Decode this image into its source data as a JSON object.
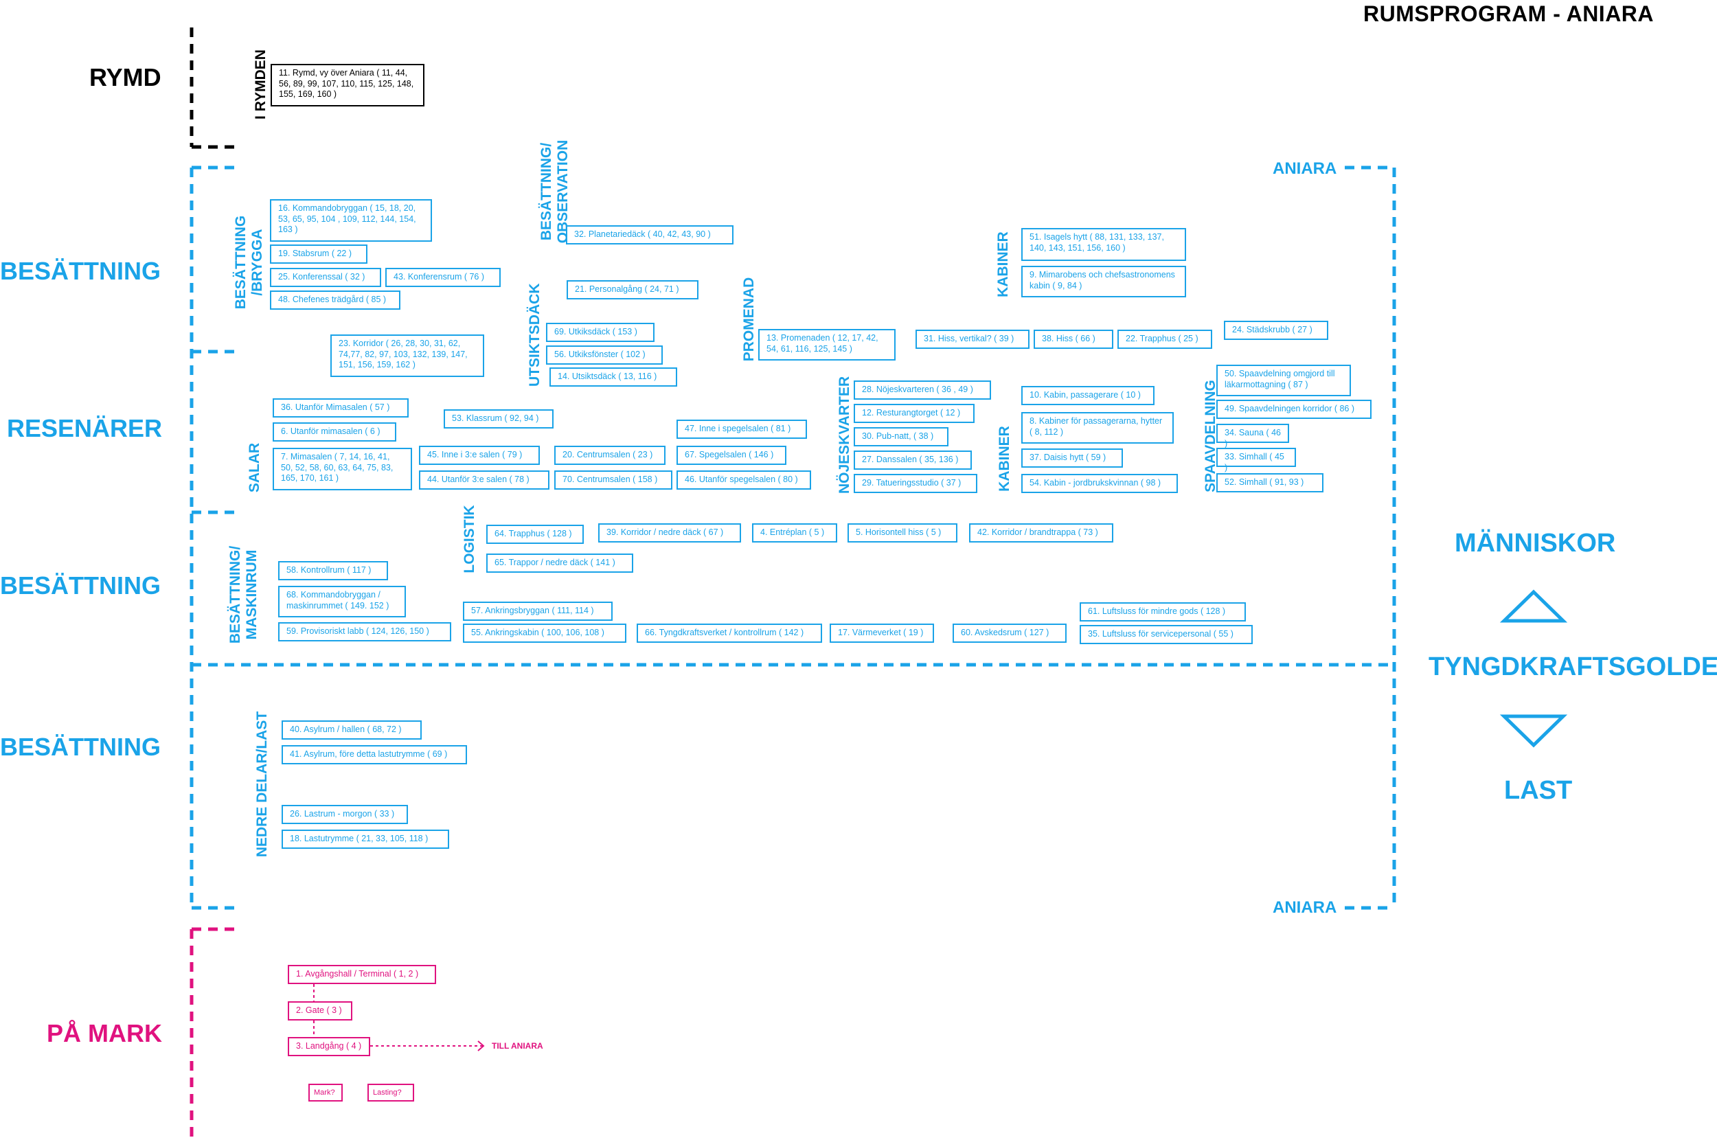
{
  "colors": {
    "space": "#000000",
    "ship": "#1aa3e8",
    "ground": "#e0127f"
  },
  "title": "RUMSPROGRAM - ANIARA",
  "levels": {
    "rymd": "RYMD",
    "besattning_upper": "BESÄTTNING",
    "resenarer": "RESENÄRER",
    "besattning_middle": "BESÄTTNING",
    "besattning_lower": "BESÄTTNING",
    "pa_mark": "PÅ MARK"
  },
  "groups": {
    "rymden": "I RYMDEN",
    "brygga": [
      "BESÄTTNING",
      "/BRYGGA"
    ],
    "observation": [
      "BESÄTTNING/",
      "OBSERVATION"
    ],
    "utsiktsdack": "UTSIKTSDÄCK",
    "promenad": "PROMENAD",
    "kabiner_top": "KABINER",
    "salar": "SALAR",
    "nojeskvarter": "NÖJESKVARTER",
    "kabiner_mid": "KABINER",
    "spaavdelning": "SPAAVDELNING",
    "logistik": "LOGISTIK",
    "maskinrum": [
      "BESÄTTNING/",
      "MASKINRUM"
    ],
    "nedre": "NEDRE DELAR/LAST"
  },
  "rooms": {
    "r11": "11. Rymd, vy över Aniara ( 11, 44, 56, 89, 99, 107, 110, 115, 125, 148, 155, 169, 160 )",
    "r16": "16. Kommandobryggan ( 15, 18, 20, 53, 65, 95, 104 , 109, 112, 144, 154, 163 )",
    "r19": "19. Stabsrum ( 22 )",
    "r25": "25. Konferenssal ( 32 )",
    "r43": "43. Konferensrum ( 76 )",
    "r48": "48. Chefenes trädgård ( 85 )",
    "r32": "32. Planetariedäck ( 40, 42, 43, 90 )",
    "r21": "21. Personalgång ( 24, 71 )",
    "r69": "69. Utkiksdäck ( 153 )",
    "r56": "56. Utkiksfönster ( 102 )",
    "r14": "14. Utsiktsdäck ( 13, 116 )",
    "r23": "23. Korridor ( 26, 28, 30, 31, 62, 74,77, 82, 97, 103, 132, 139, 147, 151, 156, 159, 162 )",
    "r13": "13. Promenaden ( 12, 17, 42, 54, 61, 116, 125, 145 )",
    "r31": "31. Hiss, vertikal? ( 39 )",
    "r38": "38. Hiss ( 66 )",
    "r22": "22. Trapphus ( 25 )",
    "r24": "24. Städskrubb ( 27 )",
    "r51": "51. Isagels hytt ( 88, 131, 133, 137, 140, 143, 151, 156, 160 )",
    "r9": "9. Mimarobens och chefsastronomens kabin ( 9, 84 )",
    "r36": "36. Utanför Mimasalen ( 57 )",
    "r6": "6. Utanför mimasalen ( 6 )",
    "r7": "7. Mimasalen ( 7, 14, 16, 41, 50, 52, 58, 60, 63, 64, 75, 83, 165, 170, 161 )",
    "r53": "53. Klassrum ( 92, 94 )",
    "r45": "45. Inne i 3:e salen ( 79 )",
    "r44": "44. Utanför 3:e salen ( 78 )",
    "r20": "20. Centrumsalen ( 23 )",
    "r70": "70. Centrumsalen ( 158 )",
    "r47": "47. Inne i spegelsalen ( 81 )",
    "r67": "67. Spegelsalen ( 146 )",
    "r46": "46. Utanför spegelsalen ( 80 )",
    "r28": "28. Nöjeskvarteren ( 36 , 49 )",
    "r12": "12. Resturangtorget ( 12 )",
    "r30": "30. Pub-natt, ( 38 )",
    "r27": "27. Danssalen ( 35, 136 )",
    "r29": "29. Tatueringsstudio ( 37 )",
    "r10": "10. Kabin, passagerare ( 10 )",
    "r8": "8. Kabiner för passagerarna, hytter ( 8, 112 )",
    "r37": "37. Daisis hytt ( 59 )",
    "r54": "54. Kabin - jordbrukskvinnan ( 98 )",
    "r50": "50. Spaavdelning omgjord till läkarmottagning ( 87 )",
    "r49": "49. Spaavdelningen korridor ( 86 )",
    "r34": "34. Sauna ( 46 )",
    "r33": "33. Simhall ( 45 )",
    "r52": "52. Simhall ( 91, 93 )",
    "r64": "64. Trapphus ( 128 )",
    "r39": "39. Korridor / nedre däck ( 67 )",
    "r4": "4. Entréplan ( 5 )",
    "r5": "5. Horisontell hiss ( 5 )",
    "r42": "42. Korridor / brandtrappa ( 73 )",
    "r65": "65. Trappor / nedre däck ( 141 )",
    "r58": "58. Kontrollrum ( 117 )",
    "r68": "68. Kommandobryggan / maskinrummet ( 149. 152 )",
    "r59": "59. Provisoriskt labb ( 124, 126, 150 )",
    "r57": "57. Ankringsbryggan ( 111, 114 )",
    "r55": "55. Ankringskabin ( 100, 106, 108 )",
    "r66": "66. Tyngdkraftsverket / kontrollrum ( 142 )",
    "r17": "17. Värmeverket ( 19 )",
    "r60": "60. Avskedsrum ( 127 )",
    "r61": "61. Luftsluss för mindre gods ( 128 )",
    "r35": "35. Luftsluss för servicepersonal ( 55 )",
    "r40": "40. Asylrum / hallen ( 68, 72 )",
    "r41": "41. Asylrum, före detta lastutrymme ( 69 )",
    "r26": "26. Lastrum - morgon ( 33 )",
    "r18": "18. Lastutrymme ( 21, 33, 105, 118 )",
    "g1": "1. Avgångshall / Terminal ( 1, 2 )",
    "g2": "2. Gate ( 3 )",
    "g3": "3. Landgång ( 4 )",
    "mark": "Mark?",
    "lasting": "Lasting?"
  },
  "till_aniara": "TILL ANIARA",
  "right_panel": {
    "aniara_top": "ANIARA",
    "aniara_bottom": "ANIARA",
    "manniskor": "MÄNNISKOR",
    "tyngdkraft": "TYNGDKRAFTSGOLDER",
    "last": "LAST"
  },
  "icons": {
    "up": "triangle-up-icon",
    "down": "triangle-down-icon"
  }
}
